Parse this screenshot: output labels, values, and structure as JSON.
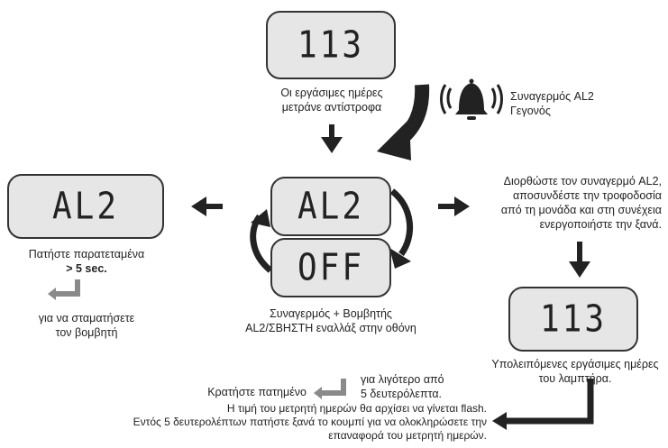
{
  "displays": {
    "top": "113",
    "left": "AL2",
    "center": "AL2",
    "center_off": "OFF",
    "right": "113"
  },
  "texts": {
    "countdown": [
      "Οι εργάσιμες ημέρες",
      "μετράνε αντίστροφα"
    ],
    "alarm_event": [
      "Συναγερμός AL2",
      "Γεγονός"
    ],
    "fix_alarm": [
      "Διορθώστε τον συναγερμό AL2,",
      "αποσυνδέστε την τροφοδοσία",
      "από τη μονάδα και στη συνέχεια",
      "ενεργοποιήστε την ξανά."
    ],
    "press_long": "Πατήστε παρατεταμένα",
    "press_time": "> 5 sec.",
    "stop_buzzer": [
      "για να σταματήσετε",
      "τον βομβητή"
    ],
    "alarm_buzzer": [
      "Συναγερμός + Βομβητής",
      "AL2/ΣΒΗΣΤΗ εναλλάξ στην οθόνη"
    ],
    "remaining": [
      "Υπολειπόμενες εργάσιμες ημέρες",
      "του λαμπτήρα."
    ],
    "hold_pressed": "Κρατήστε πατημένο",
    "less_than": [
      "για λιγότερο από",
      "5 δευτερόλεπτα."
    ],
    "reset_info": [
      "Η τιμή του μετρητή ημερών θα αρχίσει να γίνεται flash.",
      "Εντός 5 δευτερολέπτων πατήστε ξανά το κουμπί για να ολοκληρώσετε την",
      "επαναφορά του μετρητή ημερών."
    ]
  },
  "icons": {
    "alarm": "alarm-bell-icon",
    "return": "return-arrow-icon"
  }
}
